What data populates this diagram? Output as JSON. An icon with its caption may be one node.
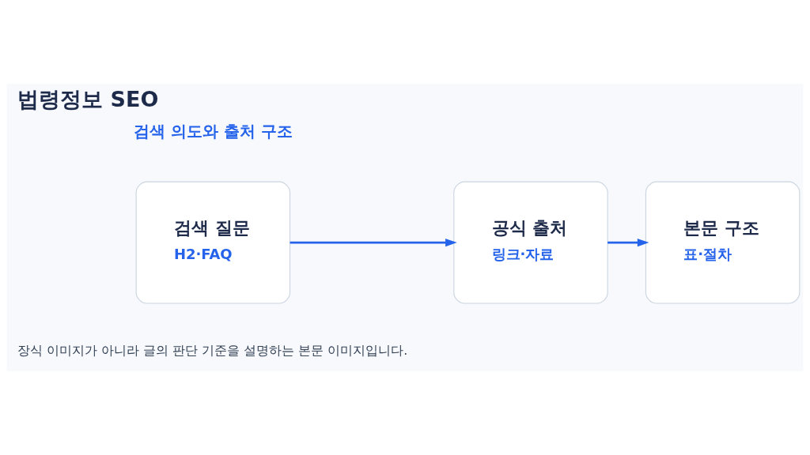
{
  "diagram": {
    "title": "법령정보 SEO",
    "caption": "장식 이미지가 아니라 글의 판단 기준을 설명하는 본문 이미지입니다.",
    "nodes": [
      {
        "text": [
          "검색 질문",
          "H2·FAQ"
        ]
      },
      {
        "text": [
          "공식 출처",
          "링크·자료"
        ]
      },
      {
        "text": [
          "본문 구조",
          "표·절차"
        ]
      }
    ],
    "edges": [
      {
        "from": 0,
        "to": 1,
        "arrow": "to"
      },
      {
        "from": 1,
        "to": 2,
        "arrow": "to"
      }
    ],
    "labels": [
      "검색 의도와 출처 구조"
    ]
  }
}
